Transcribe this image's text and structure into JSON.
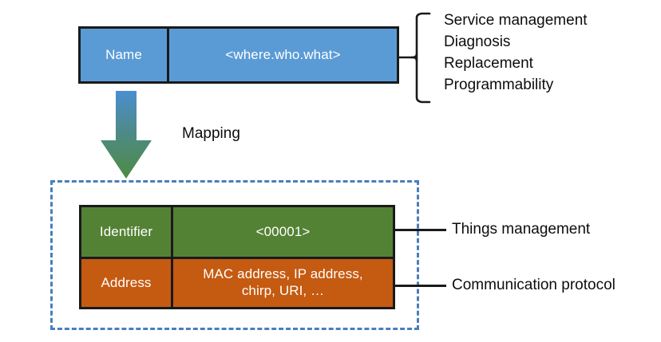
{
  "diagram": {
    "name_record": {
      "label_cell": "Name",
      "value_cell": "<where.who.what>",
      "color": "#5b9bd5"
    },
    "mapping": {
      "label": "Mapping",
      "arrow_icon": "down-arrow-icon",
      "gradient_from": "#4a8fd0",
      "gradient_to": "#4d8b43"
    },
    "thing_record": {
      "identifier_row": {
        "label_cell": "Identifier",
        "value_cell": "<00001>",
        "color": "#548235"
      },
      "address_row": {
        "label_cell": "Address",
        "value_line1": "MAC address, IP address,",
        "value_line2": "chirp, URI, …",
        "color": "#c55a11"
      },
      "container_border_color": "#4a7ebb"
    },
    "annotations": {
      "brace_icon": "curly-brace-icon",
      "service_items": [
        "Service management",
        "Diagnosis",
        "Replacement",
        "Programmability"
      ],
      "things_management": "Things management",
      "communication_protocol": "Communication protocol"
    }
  }
}
